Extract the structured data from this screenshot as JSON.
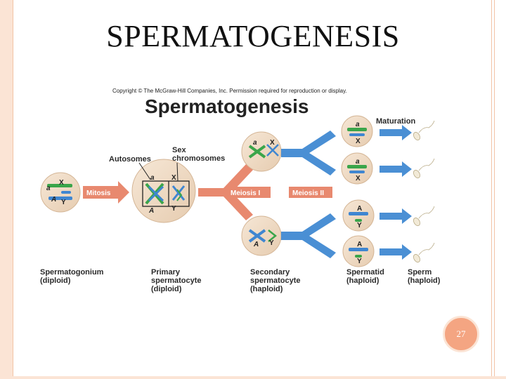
{
  "slide": {
    "title": "SPERMATOGENESIS",
    "page_number": "27"
  },
  "figure": {
    "copyright": "Copyright © The McGraw-Hill Companies, Inc. Permission required for reproduction or display.",
    "title": "Spermatogenesis",
    "labels": {
      "autosomes": "Autosomes",
      "sex_chromosomes_1": "Sex",
      "sex_chromosomes_2": "chromosomes",
      "maturation": "Maturation"
    },
    "arrows": {
      "mitosis": "Mitosis",
      "meiosis1": "Meiosis I",
      "meiosis2": "Meiosis II"
    },
    "alleles": {
      "a": "a",
      "A": "A",
      "X": "X",
      "Y": "Y"
    },
    "stages": {
      "spermatogonium": [
        "Spermatogonium",
        "(diploid)"
      ],
      "primary": [
        "Primary",
        "spermatocyte",
        "(diploid)"
      ],
      "secondary": [
        "Secondary",
        "spermatocyte",
        "(haploid)"
      ],
      "spermatid": [
        "Spermatid",
        "(haploid)"
      ],
      "sperm": [
        "Sperm",
        "(haploid)"
      ]
    }
  }
}
